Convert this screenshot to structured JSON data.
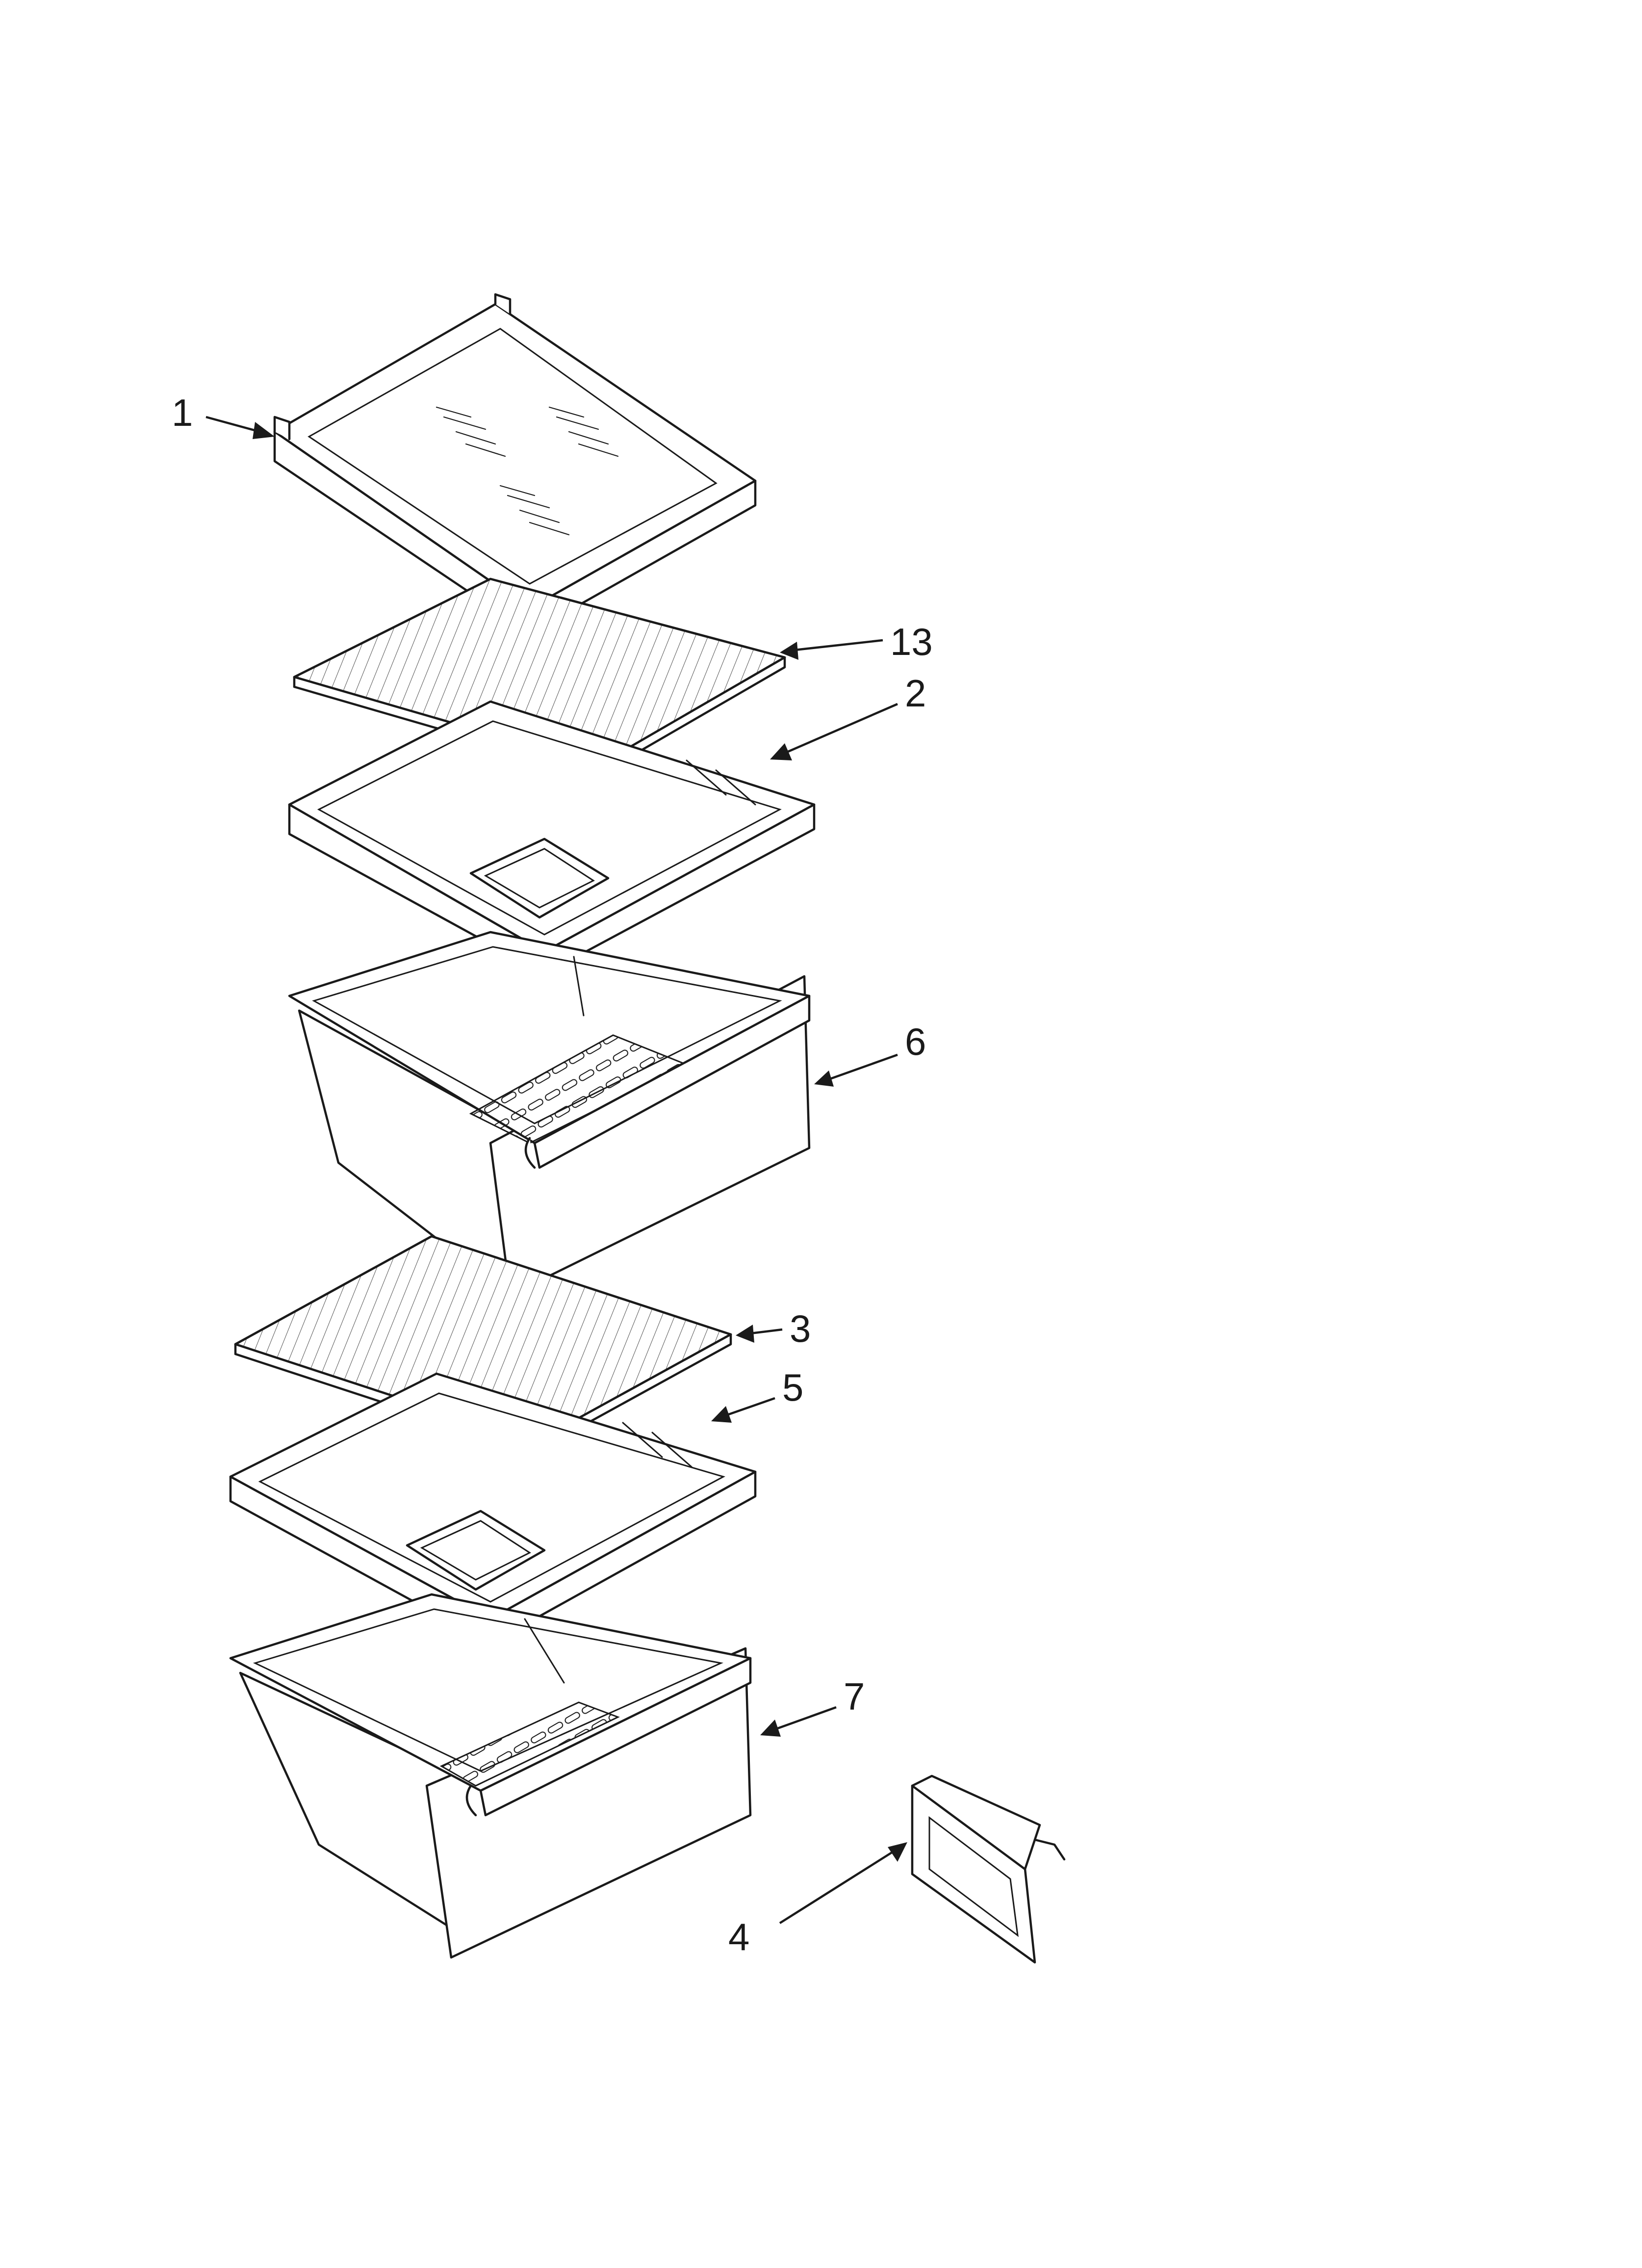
{
  "callouts": [
    {
      "id": "part-1",
      "label": "1"
    },
    {
      "id": "part-13",
      "label": "13"
    },
    {
      "id": "part-2",
      "label": "2"
    },
    {
      "id": "part-6",
      "label": "6"
    },
    {
      "id": "part-3",
      "label": "3"
    },
    {
      "id": "part-5",
      "label": "5"
    },
    {
      "id": "part-7",
      "label": "7"
    },
    {
      "id": "part-4",
      "label": "4"
    }
  ]
}
